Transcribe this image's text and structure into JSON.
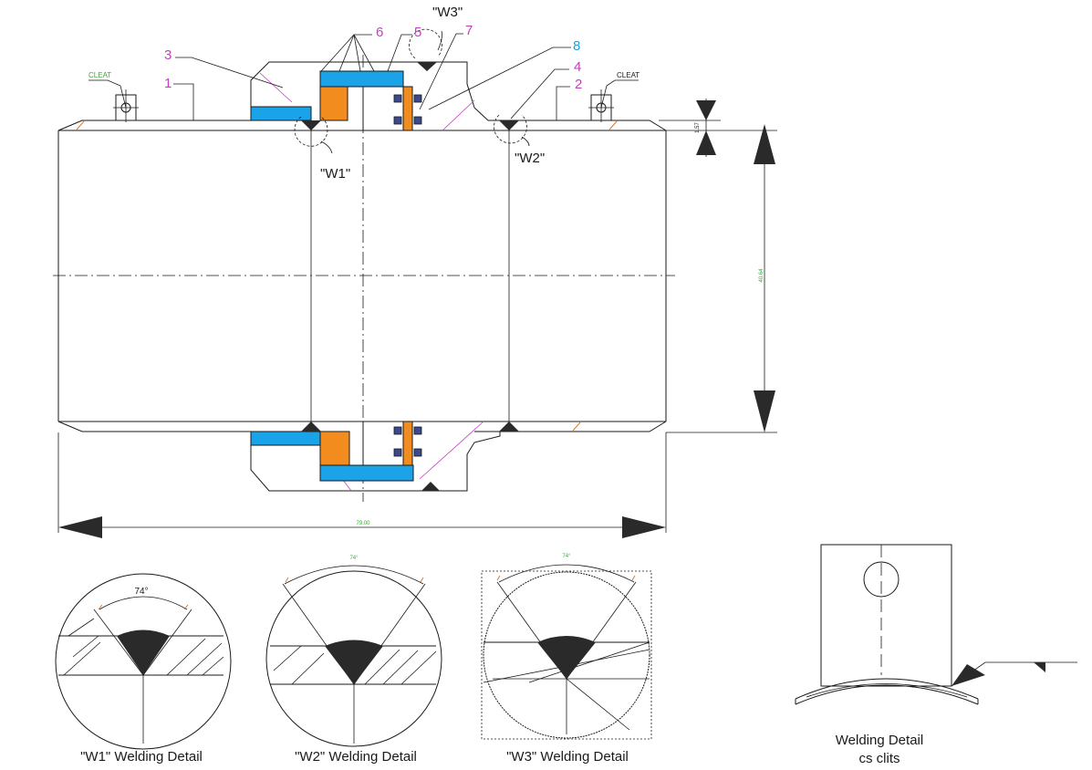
{
  "labels": {
    "part_1": "1",
    "part_2": "2",
    "part_3": "3",
    "part_4": "4",
    "part_5": "5",
    "part_6": "6",
    "part_7": "7",
    "part_8": "8",
    "cleat_left": "CLEAT",
    "cleat_right": "CLEAT",
    "weld_w1": "\"W1\"",
    "weld_w2": "\"W2\"",
    "weld_w3": "\"W3\""
  },
  "dimensions": {
    "length": "79.00",
    "diameter": "40.64",
    "thickness": "1.57"
  },
  "details": {
    "w1_angle": "74°",
    "w2_angle": "74°",
    "w3_angle": "74°",
    "w1_caption": "\"W1\"   Welding Detail",
    "w2_caption": "\"W2\"   Welding Detail",
    "w3_caption": "\"W3\"   Welding Detail",
    "clits_caption_1": "Welding Detail",
    "clits_caption_2": "cs clits"
  },
  "colors": {
    "blue_part": "#1aa3e8",
    "orange_part": "#f28c1f",
    "label_magenta": "#c040c0",
    "dimension_green": "#3aaa3a"
  }
}
